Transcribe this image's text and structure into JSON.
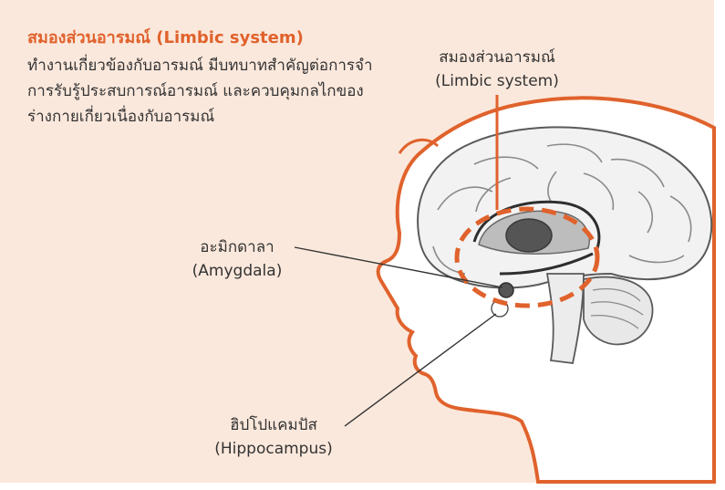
{
  "description": {
    "title": "สมองส่วนอารมณ์ (Limbic system)",
    "body": "ทำงานเกี่ยวข้องกับอารมณ์ มีบทบาทสำคัญต่อการจำ การรับรู้ประสบการณ์อารมณ์ และควบคุมกลไกของร่างกายเกี่ยวเนื่องกับอารมณ์"
  },
  "labels": {
    "limbic_thai": "สมองส่วนอารมณ์",
    "limbic_en": "(Limbic system)",
    "amygdala_thai": "อะมิกดาลา",
    "amygdala_en": "(Amygdala)",
    "hippocampus_thai": "ฮิปโปแคมปัส",
    "hippocampus_en": "(Hippocampus)"
  },
  "colors": {
    "background": "#fbe8dc",
    "accent": "#e0622c",
    "text": "#333333"
  }
}
